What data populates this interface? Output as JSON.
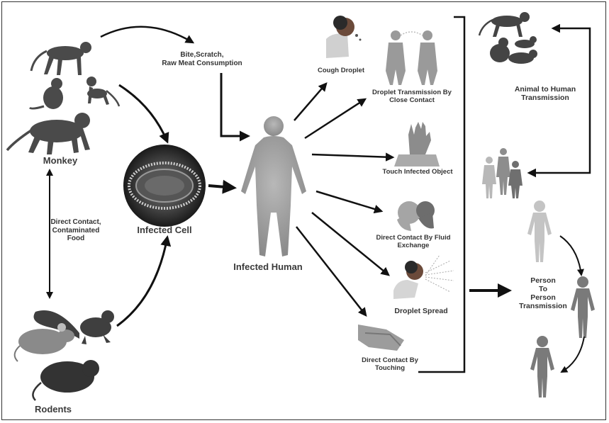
{
  "nodes": {
    "monkey": "Monkey",
    "rodents": "Rodents",
    "infected_cell": "Infected Cell",
    "infected_human": "Infected Human",
    "bite_scratch": "Bite,Scratch,\nRaw Meat Consumption",
    "direct_contact_food": "Direct Contact,\nContaminated\nFood",
    "cough_droplet": "Cough Droplet",
    "droplet_close_contact": "Droplet Transmission By\nClose Contact",
    "touch_infected_object": "Touch Infected Object",
    "direct_contact_fluid": "Direct Contact By Fluid\nExchange",
    "droplet_spread": "Droplet Spread",
    "direct_contact_touching": "Direct Contact By\nTouching",
    "animal_to_human": "Animal to Human\nTransmission",
    "person_to_person": "Person\nTo\nPerson\nTransmission"
  },
  "colors": {
    "arrow": "#111111",
    "figure": "#9a9a9a",
    "figure_dark": "#5a5a5a",
    "animal": "#4a4a4a",
    "text": "#333333"
  },
  "icons": [
    "monkey-icon",
    "rodent-icon",
    "squirrel-icon",
    "virus-cell-icon",
    "human-body-icon",
    "cough-icon",
    "lungs-icon",
    "hand-icon",
    "kiss-icon",
    "sneeze-icon",
    "handshake-icon",
    "family-icon"
  ]
}
